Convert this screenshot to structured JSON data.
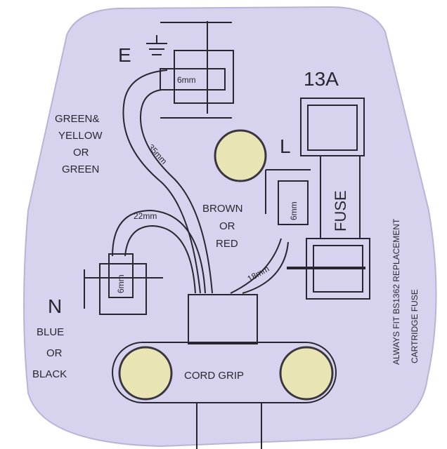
{
  "colors": {
    "plate": "#d7d3ef",
    "plate_edge": "#b9b4d6",
    "ink": "#2a2630",
    "hole": "#e8e4b4",
    "background": "#ffffff"
  },
  "terminals": {
    "earth": {
      "letter": "E",
      "wire_colour": [
        "GREEN&",
        "YELLOW",
        "OR",
        "GREEN"
      ],
      "strip": "6mm",
      "length": "35mm"
    },
    "live": {
      "letter": "L",
      "wire_colour": [
        "BROWN",
        "OR",
        "RED"
      ],
      "strip": "6mm",
      "length": "18mm"
    },
    "neutral": {
      "letter": "N",
      "wire_colour": [
        "BLUE",
        "OR",
        "BLACK"
      ],
      "strip": "6mm",
      "length": "22mm"
    }
  },
  "fuse": {
    "rating": "13A",
    "label": "FUSE",
    "note": [
      "ALWAYS FIT BS1362 REPLACEMENT",
      "CARTRIDGE FUSE"
    ]
  },
  "cord_grip": "CORD GRIP"
}
